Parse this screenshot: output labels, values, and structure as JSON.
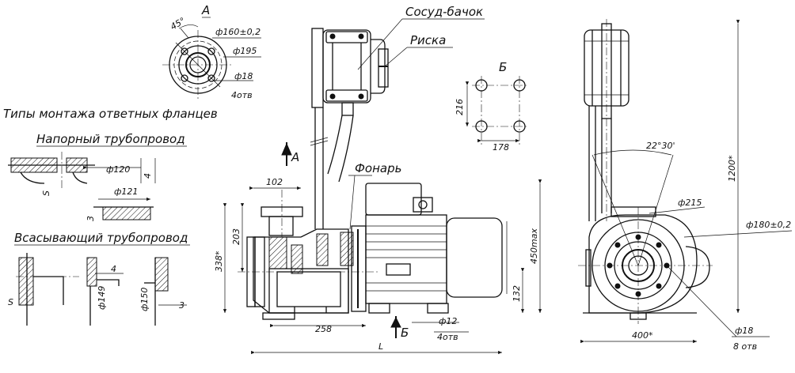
{
  "labels": {
    "view_a": "А",
    "view_b": "Б",
    "vessel": "Сосуд-бачок",
    "mark": "Риска",
    "lantern": "Фонарь",
    "mount_types": "Типы монтажа ответных фланцев",
    "pressure_pipe": "Напорный трубопровод",
    "suction_pipe": "Всасывающий трубопровод",
    "arrow_a": "А",
    "arrow_b": "Б"
  },
  "dims": {
    "a_angle": "45°",
    "a_d160": "ф160±0,2",
    "a_d195": "ф195",
    "a_d18": "ф18",
    "a_4holes": "4отв",
    "p_d120": "ф120",
    "p_4": "4",
    "p_d121": "ф121",
    "p_3": "3",
    "p_s": "S",
    "s_4": "4",
    "s_s": "S",
    "s_d149": "ф149",
    "s_d150": "ф150",
    "s_3": "3",
    "b_216": "216",
    "b_178": "178",
    "m_102": "102",
    "m_203": "203",
    "m_338": "338*",
    "m_450": "450max",
    "m_132": "132",
    "m_258": "258",
    "m_d12": "ф12",
    "m_4holes": "4отв",
    "m_L": "L",
    "r_angle": "22°30'",
    "r_1200": "1200*",
    "r_d215": "ф215",
    "r_d180": "ф180±0,2",
    "r_400": "400*",
    "r_d18": "ф18",
    "r_8holes": "8 отв"
  }
}
